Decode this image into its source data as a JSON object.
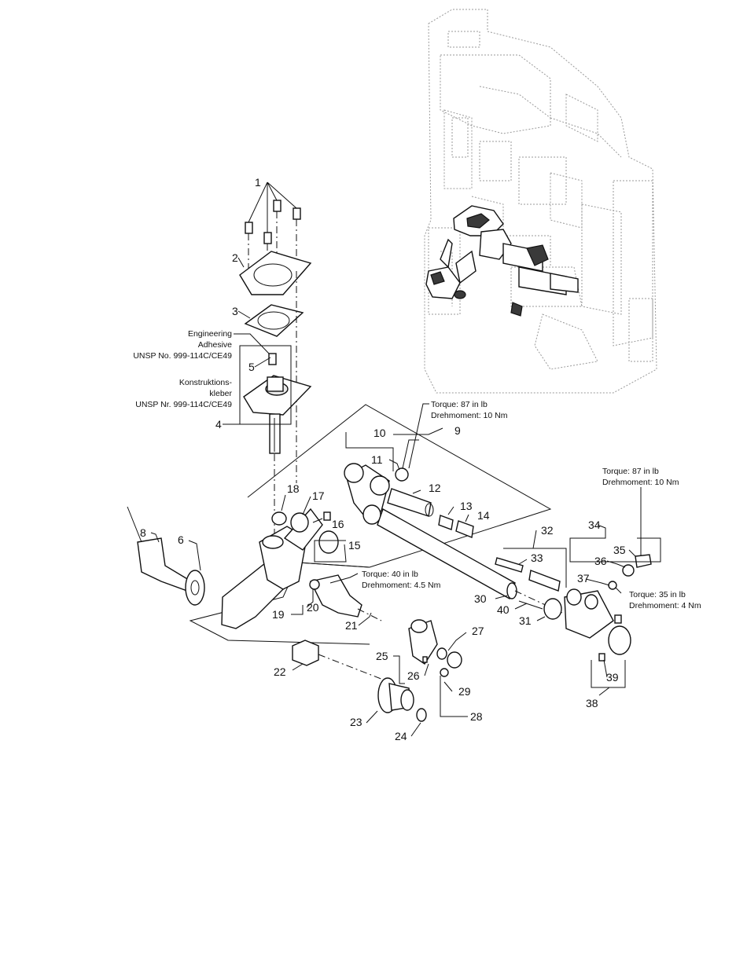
{
  "callouts": {
    "c1": "1",
    "c2": "2",
    "c3": "3",
    "c4": "4",
    "c5": "5",
    "c6": "6",
    "c8": "8",
    "c9": "9",
    "c10": "10",
    "c11": "11",
    "c12": "12",
    "c13": "13",
    "c14": "14",
    "c15": "15",
    "c16": "16",
    "c17": "17",
    "c18": "18",
    "c19": "19",
    "c20": "20",
    "c21": "21",
    "c22": "22",
    "c23": "23",
    "c24": "24",
    "c25": "25",
    "c26": "26",
    "c27": "27",
    "c28": "28",
    "c29": "29",
    "c30": "30",
    "c31": "31",
    "c32": "32",
    "c33": "33",
    "c34": "34",
    "c35": "35",
    "c36": "36",
    "c37": "37",
    "c38": "38",
    "c39": "39",
    "c40": "40"
  },
  "notes": {
    "adhesive_en_1": "Engineering",
    "adhesive_en_2": "Adhesive",
    "adhesive_en_3": "UNSP No. 999-114C/CE49",
    "adhesive_de_1": "Konstruktions-",
    "adhesive_de_2": "kleber",
    "adhesive_de_3": "UNSP Nr. 999-114C/CE49",
    "torque_a_1": "Torque: 87 in lb",
    "torque_a_2": "Drehmoment: 10 Nm",
    "torque_b_1": "Torque: 87 in lb",
    "torque_b_2": "Drehmoment: 10 Nm",
    "torque_c_1": "Torque: 40 in lb",
    "torque_c_2": "Drehmoment: 4.5 Nm",
    "torque_d_1": "Torque: 35 in lb",
    "torque_d_2": "Drehmoment: 4 Nm"
  }
}
